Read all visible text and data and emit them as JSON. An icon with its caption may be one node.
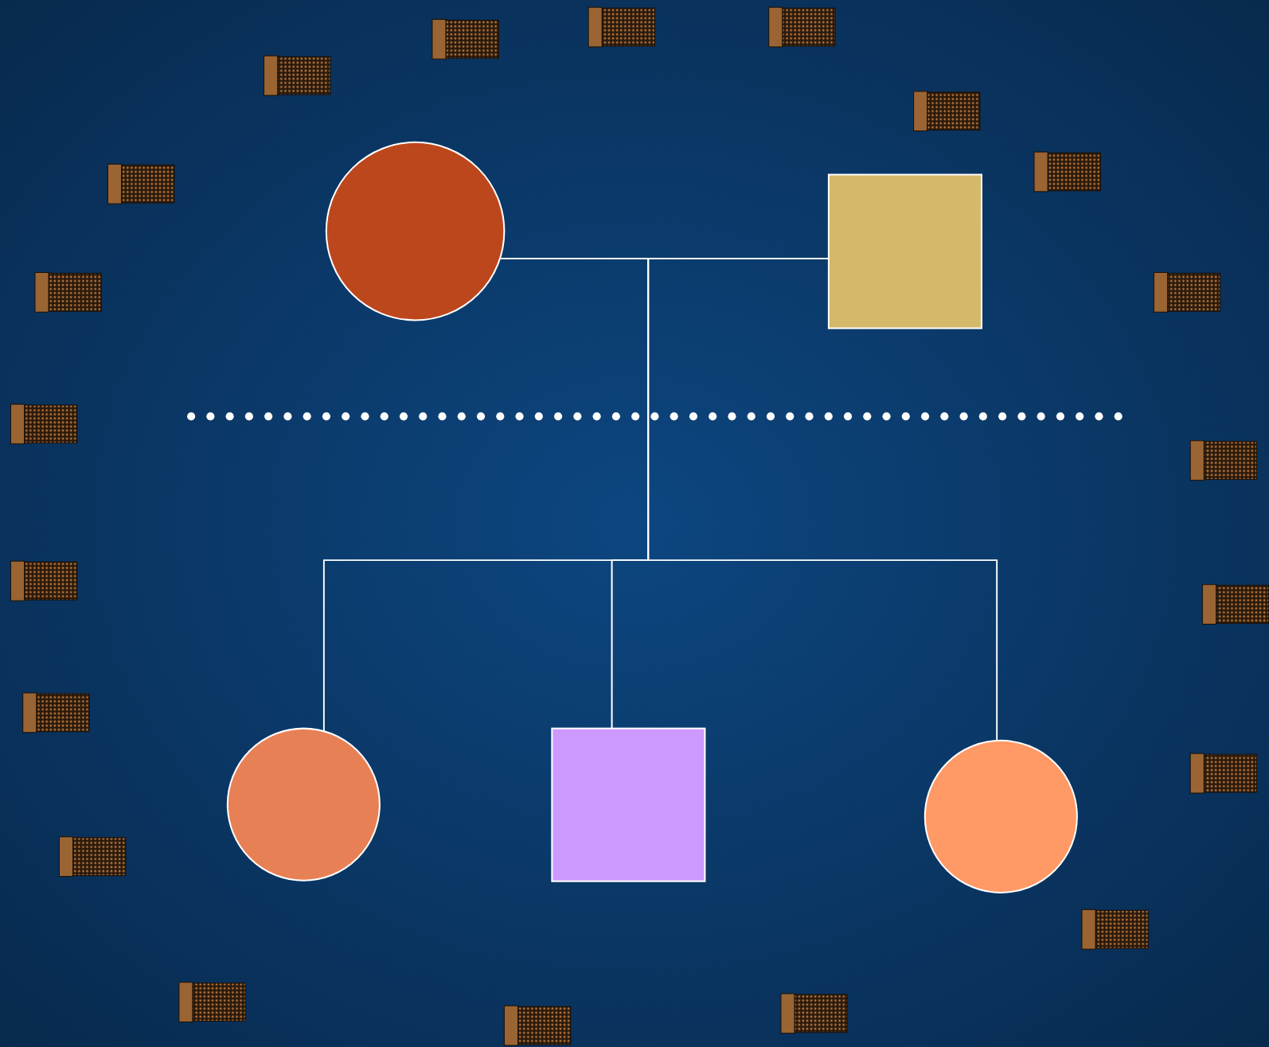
{
  "diagram": {
    "nodes": [
      {
        "text": [],
        "shape": "circle"
      },
      {
        "text": [],
        "shape": "box"
      },
      {
        "text": [],
        "shape": "circle"
      },
      {
        "text": [],
        "shape": "box"
      },
      {
        "text": [],
        "shape": "circle"
      }
    ],
    "edges": [
      {
        "from": 0,
        "to": 1,
        "arrow": "none"
      },
      {
        "from": 0,
        "to": 2,
        "arrow": "none"
      },
      {
        "from": 0,
        "to": 3,
        "arrow": "none"
      },
      {
        "from": 0,
        "to": 4,
        "arrow": "none"
      },
      {
        "from": 1,
        "to": 2,
        "arrow": "none"
      },
      {
        "from": 1,
        "to": 3,
        "arrow": "none"
      },
      {
        "from": 1,
        "to": 4,
        "arrow": "none"
      }
    ]
  }
}
